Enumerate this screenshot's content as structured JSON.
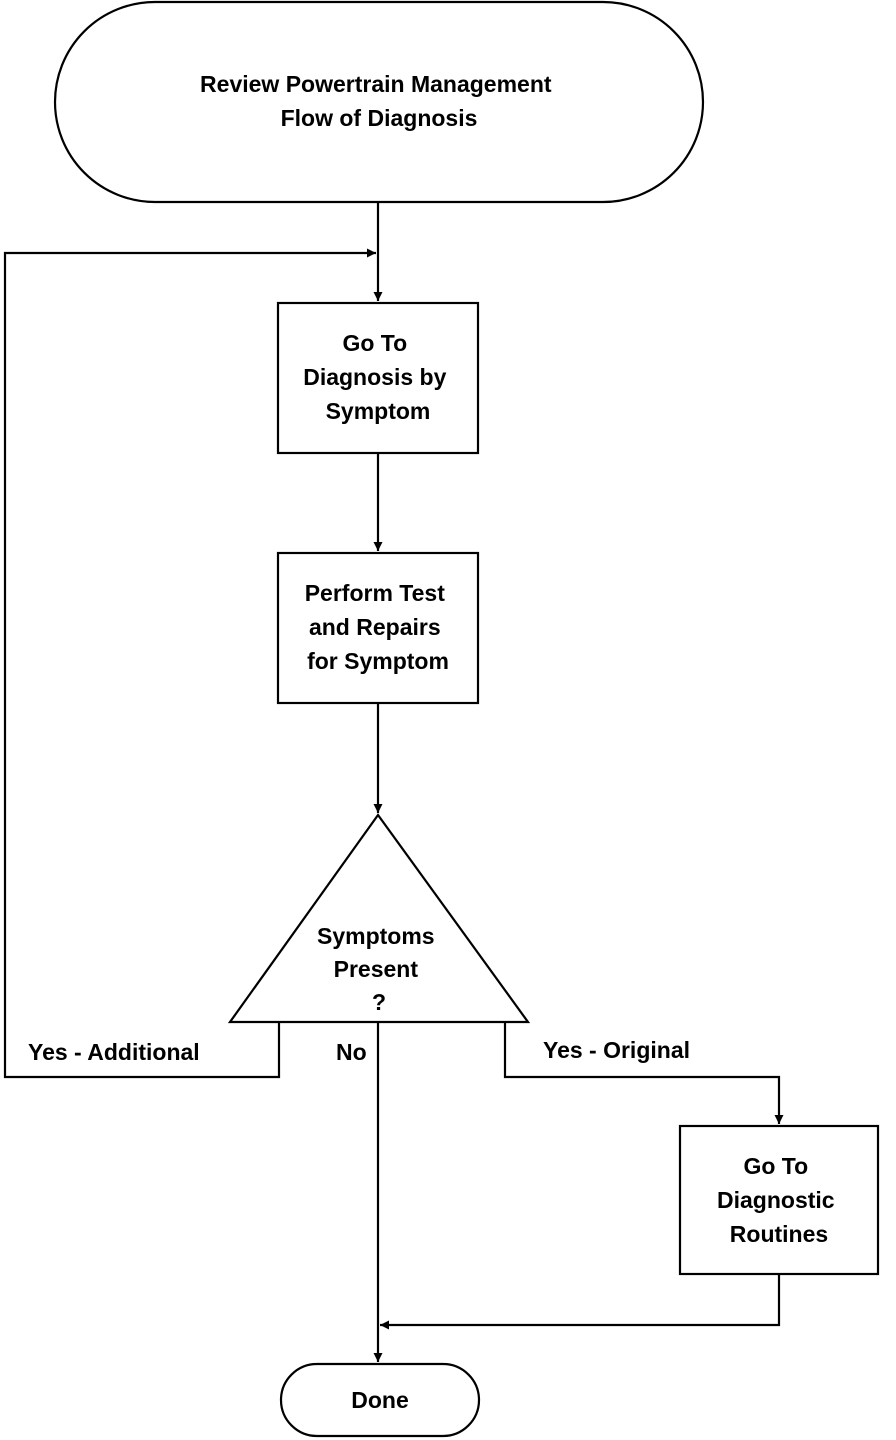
{
  "diagram": {
    "start_node": {
      "lines": [
        "Review Powertrain Management",
        "Flow of Diagnosis"
      ]
    },
    "step_symptom": {
      "lines": [
        "Go To",
        "Diagnosis by",
        "Symptom"
      ]
    },
    "step_repairs": {
      "lines": [
        "Perform Test",
        "and Repairs",
        "for Symptom"
      ]
    },
    "decision": {
      "lines": [
        "Symptoms",
        "Present",
        "?"
      ]
    },
    "step_routines": {
      "lines": [
        "Go To",
        "Diagnostic",
        "Routines"
      ]
    },
    "end_node": {
      "label": "Done"
    },
    "edge_labels": {
      "yes_additional": "Yes - Additional",
      "no": "No",
      "yes_original": "Yes - Original"
    }
  }
}
